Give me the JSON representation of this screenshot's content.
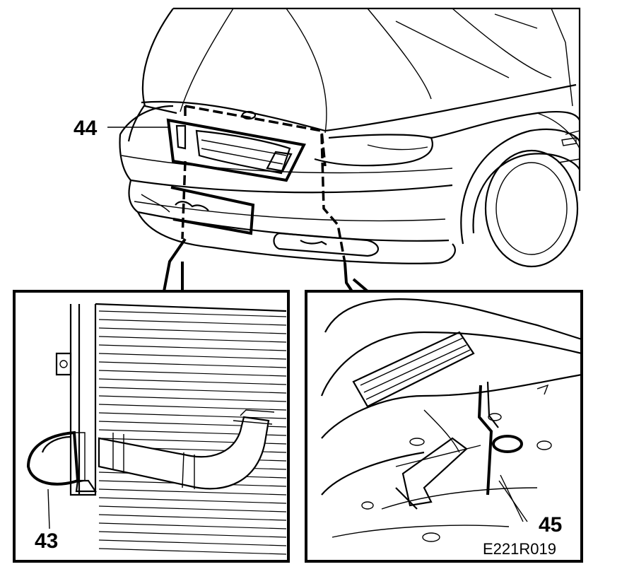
{
  "labels": {
    "part_43": "43",
    "part_44": "44",
    "part_45": "45"
  },
  "figure_code": "E221R019",
  "colors": {
    "ink": "#000000",
    "paper": "#ffffff"
  }
}
